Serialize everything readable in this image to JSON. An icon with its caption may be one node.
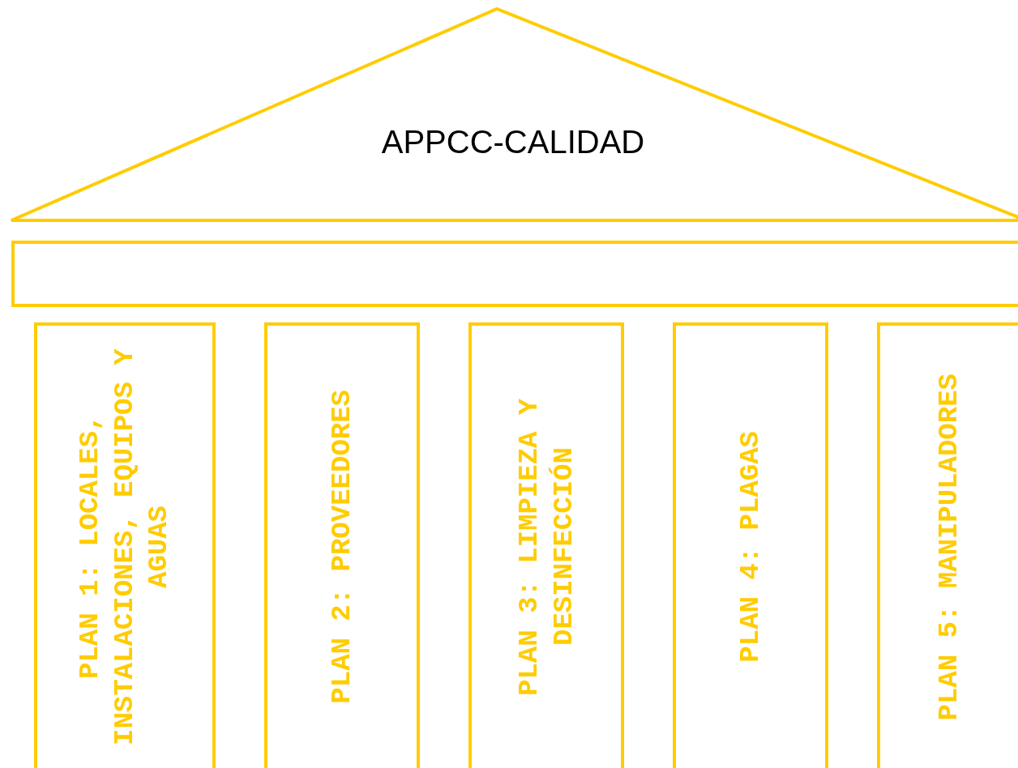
{
  "diagram": {
    "nodes": [
      {
        "text": [
          "APPCC-CALIDAD"
        ]
      },
      {
        "text": [],
        "shape": "box"
      },
      {
        "text": [
          "PLAN 1: LOCALES, INSTALACIONES, EQUIPOS Y AGUAS"
        ]
      },
      {
        "text": [
          "PLAN 2: PROVEEDORES"
        ]
      },
      {
        "text": [
          "PLAN 3: LIMPIEZA Y DESINFECCIÓN"
        ]
      },
      {
        "text": [
          "PLAN 4: PLAGAS"
        ]
      },
      {
        "text": [
          "PLAN 5: MANIPULADORES"
        ]
      }
    ]
  }
}
